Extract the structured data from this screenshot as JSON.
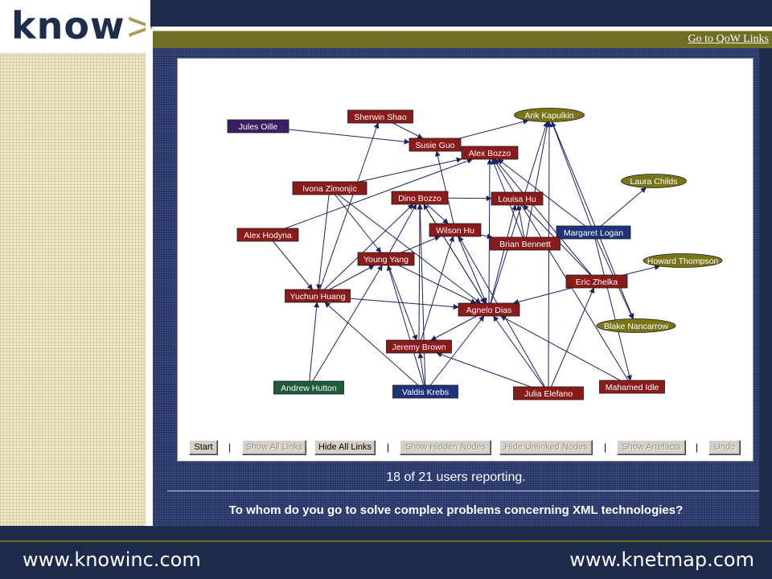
{
  "logo": {
    "text": "know",
    "bracket_left": "k",
    "bracket_right": ">"
  },
  "header": {
    "goto_link": "Go to QoW Links"
  },
  "colors": {
    "navy": "#1c2a4b",
    "panel": "#27356a",
    "olive": "#706e26",
    "node_red": "#8b1a1a",
    "node_purple": "#3b1e63",
    "node_blue": "#1f3478",
    "node_green": "#1e5a3c",
    "node_olive": "#7a7418",
    "edge": "#1a2460"
  },
  "network": {
    "nodes": [
      {
        "id": "jules",
        "label": "Jules Oille",
        "kind": "purple"
      },
      {
        "id": "sherwin",
        "label": "Sherwin Shao",
        "kind": "red"
      },
      {
        "id": "susie",
        "label": "Susie Guo",
        "kind": "red"
      },
      {
        "id": "arik",
        "label": "Arik Kapulkin",
        "kind": "olive"
      },
      {
        "id": "alexb",
        "label": "Alex Bozzo",
        "kind": "red"
      },
      {
        "id": "laura",
        "label": "Laura Childs",
        "kind": "olive"
      },
      {
        "id": "ivona",
        "label": "Ivona Zimonjic",
        "kind": "red"
      },
      {
        "id": "dino",
        "label": "Dino Bozzo",
        "kind": "red"
      },
      {
        "id": "louisa",
        "label": "Louisa Hu",
        "kind": "red"
      },
      {
        "id": "wilson",
        "label": "Wilson Hu",
        "kind": "red"
      },
      {
        "id": "margaret",
        "label": "Margaret Logan",
        "kind": "blue"
      },
      {
        "id": "alexh",
        "label": "Alex Hodyna",
        "kind": "red"
      },
      {
        "id": "brian",
        "label": "Brian Bennett",
        "kind": "red"
      },
      {
        "id": "howard",
        "label": "Howard Thompson",
        "kind": "olive"
      },
      {
        "id": "young",
        "label": "Young Yang",
        "kind": "red"
      },
      {
        "id": "eric",
        "label": "Eric Zhelka",
        "kind": "red"
      },
      {
        "id": "yuchun",
        "label": "Yuchun Huang",
        "kind": "red"
      },
      {
        "id": "agnelo",
        "label": "Agnelo Dias",
        "kind": "red"
      },
      {
        "id": "blake",
        "label": "Blake Nancarrow",
        "kind": "olive"
      },
      {
        "id": "jeremy",
        "label": "Jeremy Brown",
        "kind": "red"
      },
      {
        "id": "andrew",
        "label": "Andrew Hutton",
        "kind": "green"
      },
      {
        "id": "valdis",
        "label": "Valdis Krebs",
        "kind": "blue"
      },
      {
        "id": "julia",
        "label": "Julia Elefano",
        "kind": "red"
      },
      {
        "id": "mahamed",
        "label": "Mahamed Idle",
        "kind": "red"
      }
    ],
    "edges": [
      [
        "jules",
        "susie"
      ],
      [
        "susie",
        "arik"
      ],
      [
        "sherwin",
        "susie"
      ],
      [
        "ivona",
        "alexb"
      ],
      [
        "ivona",
        "young"
      ],
      [
        "ivona",
        "yuchun"
      ],
      [
        "ivona",
        "agnelo"
      ],
      [
        "alexh",
        "alexb"
      ],
      [
        "alexh",
        "yuchun"
      ],
      [
        "dino",
        "louisa"
      ],
      [
        "dino",
        "wilson"
      ],
      [
        "dino",
        "agnelo"
      ],
      [
        "wilson",
        "brian"
      ],
      [
        "wilson",
        "agnelo"
      ],
      [
        "wilson",
        "susie"
      ],
      [
        "margaret",
        "arik"
      ],
      [
        "margaret",
        "alexb"
      ],
      [
        "margaret",
        "blake"
      ],
      [
        "margaret",
        "mahamed"
      ],
      [
        "margaret",
        "laura"
      ],
      [
        "brian",
        "alexb"
      ],
      [
        "brian",
        "arik"
      ],
      [
        "brian",
        "louisa"
      ],
      [
        "eric",
        "howard"
      ],
      [
        "eric",
        "agnelo"
      ],
      [
        "eric",
        "louisa"
      ],
      [
        "eric",
        "alexb"
      ],
      [
        "young",
        "dino"
      ],
      [
        "young",
        "wilson"
      ],
      [
        "young",
        "agnelo"
      ],
      [
        "young",
        "jeremy"
      ],
      [
        "yuchun",
        "young"
      ],
      [
        "yuchun",
        "agnelo"
      ],
      [
        "yuchun",
        "sherwin"
      ],
      [
        "yuchun",
        "dino"
      ],
      [
        "agnelo",
        "alexb"
      ],
      [
        "agnelo",
        "louisa"
      ],
      [
        "agnelo",
        "arik"
      ],
      [
        "agnelo",
        "jeremy"
      ],
      [
        "agnelo",
        "dino"
      ],
      [
        "jeremy",
        "dino"
      ],
      [
        "jeremy",
        "wilson"
      ],
      [
        "andrew",
        "yuchun"
      ],
      [
        "andrew",
        "young"
      ],
      [
        "valdis",
        "jeremy"
      ],
      [
        "valdis",
        "yuchun"
      ],
      [
        "valdis",
        "dino"
      ],
      [
        "valdis",
        "agnelo"
      ],
      [
        "valdis",
        "young"
      ],
      [
        "julia",
        "agnelo"
      ],
      [
        "julia",
        "eric"
      ],
      [
        "julia",
        "arik"
      ],
      [
        "julia",
        "jeremy"
      ],
      [
        "julia",
        "wilson"
      ],
      [
        "mahamed",
        "agnelo"
      ],
      [
        "mahamed",
        "alexb"
      ],
      [
        "arik",
        "blake"
      ]
    ]
  },
  "toolbar": {
    "start": "Start",
    "show_all_links": "Show All Links",
    "hide_all_links": "Hide All Links",
    "show_hidden_nodes": "Show Hidden Nodes",
    "hide_unlinked_nodes": "Hide Unlinked Nodes",
    "show_artefacts": "Show Artefacts",
    "undo": "Undo",
    "separator": "|"
  },
  "status": {
    "users_reporting": "18 of 21 users reporting.",
    "question": "To whom do you go to solve complex problems concerning XML technologies?"
  },
  "footer": {
    "left_url": "www.knowinc.com",
    "right_url": "www.knetmap.com"
  }
}
